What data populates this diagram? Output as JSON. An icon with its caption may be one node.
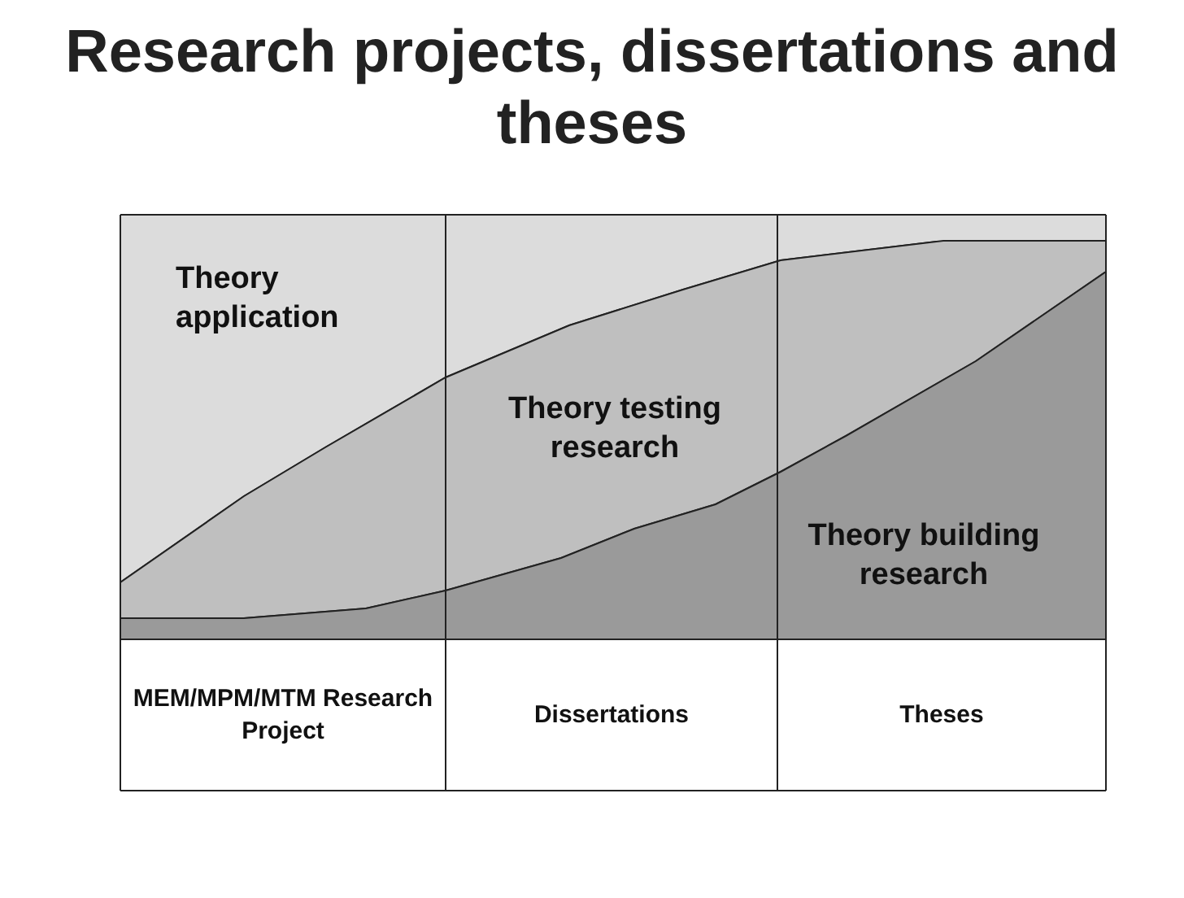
{
  "diagram": {
    "title": "Research projects, dissertations and theses",
    "nodes": [
      {
        "text": [
          "Theory application"
        ]
      },
      {
        "text": [
          "Theory testing research"
        ]
      },
      {
        "text": [
          "Theory building research"
        ]
      }
    ],
    "labels": [
      "MEM/MPM/MTM Research Project",
      "Dissertations",
      "Theses"
    ]
  }
}
